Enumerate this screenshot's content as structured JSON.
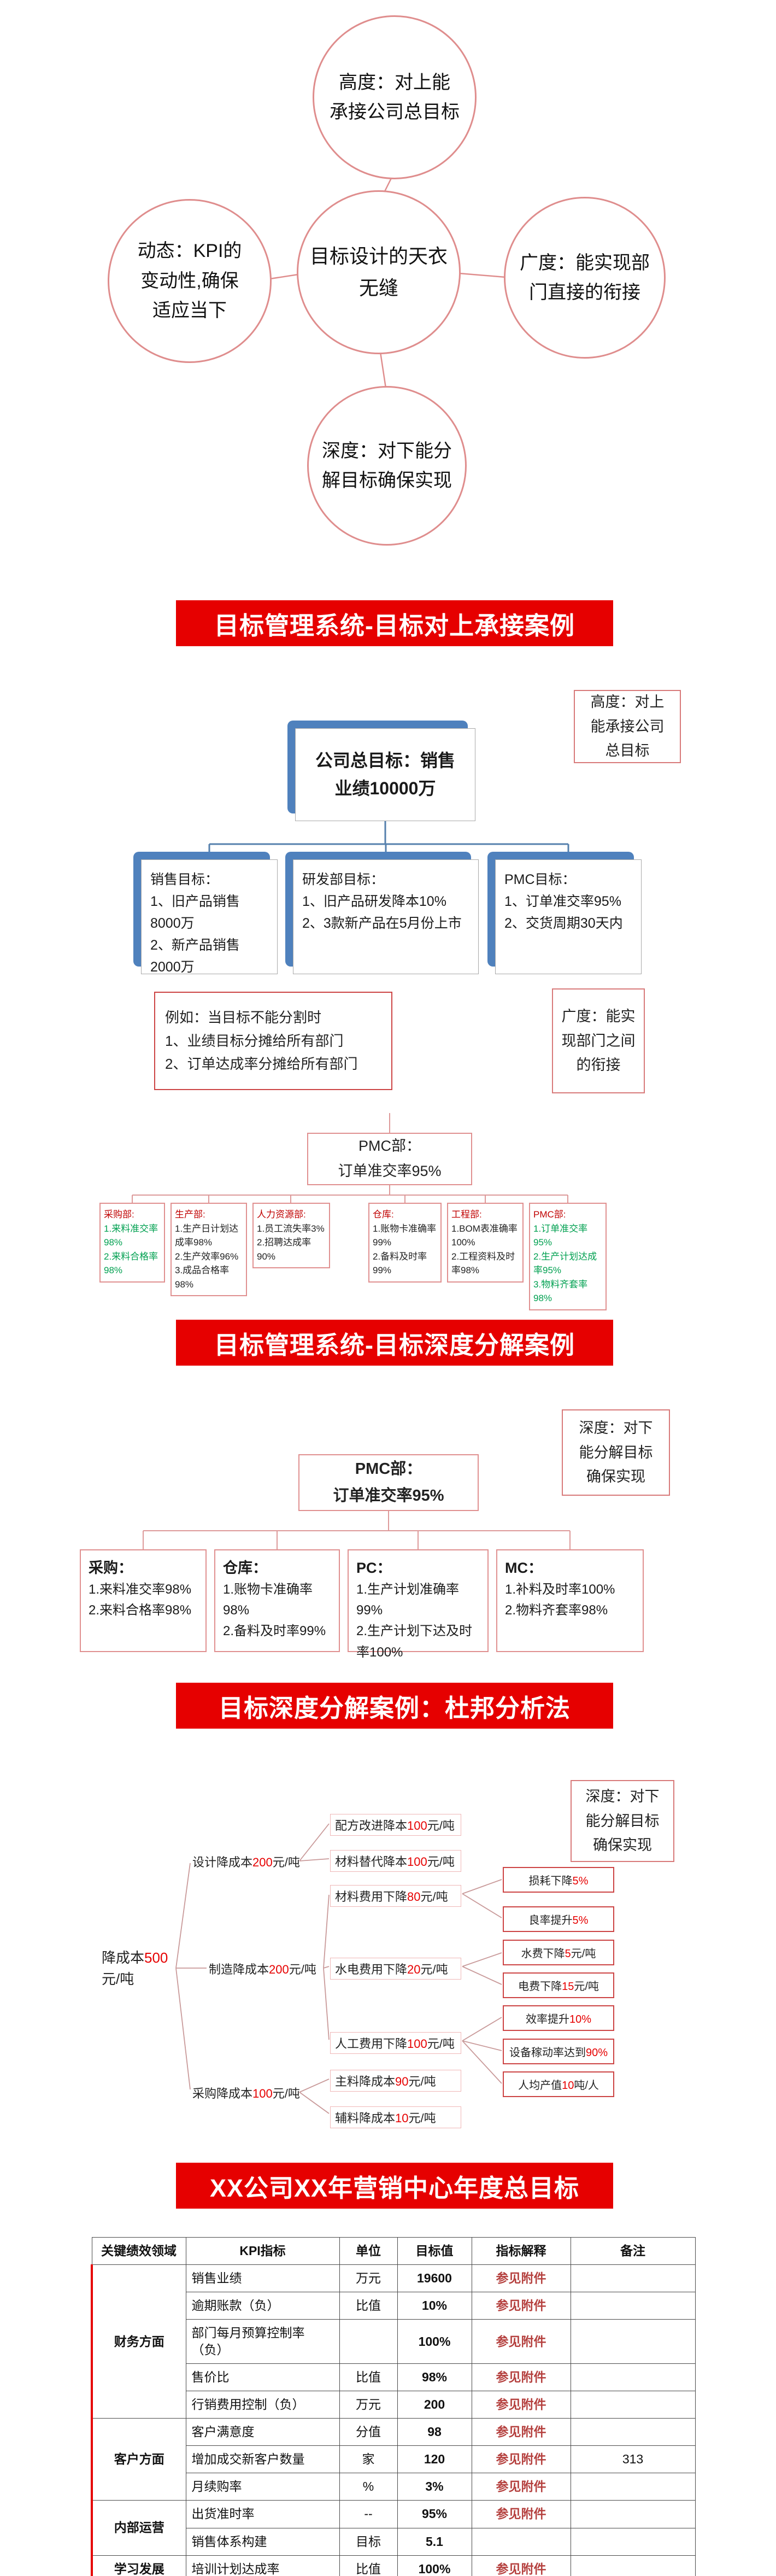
{
  "colors": {
    "banner_red": "#e60000",
    "box_blue": "#4f81bd",
    "border_pink": "#df8d8d",
    "strong_red_border": "#cc4444",
    "highlight_green": "#00a050",
    "number_red": "#e60000",
    "explain_red": "#b5413f"
  },
  "circle_diagram": {
    "top": "高度：对上能\n承接公司总目标",
    "left": "动态：KPI的\n变动性,确保\n适应当下",
    "center": "目标设计的天衣\n无缝",
    "right": "广度：能实现部\n门直接的衔接",
    "bottom": "深度：对下能分\n解目标确保实现"
  },
  "banners": {
    "b1": "目标管理系统-目标对上承接案例",
    "b2": "目标管理系统-目标深度分解案例",
    "b3": "目标深度分解案例：杜邦分析法",
    "b4": "XX公司XX年营销中心年度总目标"
  },
  "slide1": {
    "height_label": "高度：对上\n能承接公司\n总目标",
    "breadth_label": "广度：能实\n现部门之间\n的衔接",
    "company_goal": "公司总目标：销售\n业绩10000万",
    "dept_goals": [
      {
        "text": "销售目标：\n1、旧产品销售8000万\n2、新产品销售2000万"
      },
      {
        "text": "研发部目标：\n1、旧产品研发降本10%\n2、3款新产品在5月份上市"
      },
      {
        "text": "PMC目标：\n1、订单准交率95%\n2、交货周期30天内"
      }
    ],
    "note": "例如：当目标不能分割时\n1、业绩目标分摊给所有部门\n2、订单达成率分摊给所有部门",
    "pmc_root": "PMC部：\n订单准交率95%",
    "pmc_children": [
      {
        "title": "采购部:",
        "items": "1.来料准交率98%\n2.来料合格率98%"
      },
      {
        "title": "生产部:",
        "items": "1.生产日计划达成率98%\n2.生产效率96%\n3.成品合格率98%"
      },
      {
        "title": "人力资源部:",
        "items": "1.员工流失率3%\n2.招聘达成率90%"
      },
      {
        "title": "仓库:",
        "items": "1.账物卡准确率99%\n2.备料及时率99%"
      },
      {
        "title": "工程部:",
        "items": "1.BOM表准确率100%\n2.工程资料及时率98%"
      },
      {
        "title": "PMC部:",
        "items": "1.订单准交率95%\n2.生产计划达成率95%\n3.物料齐套率98%"
      }
    ]
  },
  "slide2": {
    "depth_label": "深度：对下\n能分解目标\n确保实现",
    "pmc_root": "PMC部：\n订单准交率95%",
    "children": [
      {
        "title": "采购：",
        "items": "1.来料准交率98%\n2.来料合格率98%"
      },
      {
        "title": "仓库：",
        "items": "1.账物卡准确率98%\n2.备料及时率99%"
      },
      {
        "title": "PC：",
        "items": "1.生产计划准确率99%\n2.生产计划下达及时率100%"
      },
      {
        "title": "MC：",
        "items": "1.补料及时率100%\n2.物料齐套率98%"
      }
    ]
  },
  "slide3": {
    "depth_label": "深度：对下\n能分解目标\n确保实现",
    "root": {
      "pre": "降成本",
      "num": "500",
      "post": "元/吨"
    },
    "level2": [
      {
        "pre": "设计降成本",
        "num": "200",
        "post": "元/吨"
      },
      {
        "pre": "制造降成本",
        "num": "200",
        "post": "元/吨"
      },
      {
        "pre": "采购降成本",
        "num": "100",
        "post": "元/吨"
      }
    ],
    "level3": [
      {
        "pre": "配方改进降本",
        "num": "100",
        "post": "元/吨"
      },
      {
        "pre": "材料替代降本",
        "num": "100",
        "post": "元/吨"
      },
      {
        "pre": "材料费用下降",
        "num": "80",
        "post": "元/吨"
      },
      {
        "pre": "水电费用下降",
        "num": "20",
        "post": "元/吨"
      },
      {
        "pre": "人工费用下降",
        "num": "100",
        "post": "元/吨"
      },
      {
        "pre": "主料降成本",
        "num": "90",
        "post": "元/吨"
      },
      {
        "pre": "辅料降成本",
        "num": "10",
        "post": "元/吨"
      }
    ],
    "level4": [
      {
        "pre": "损耗下降",
        "num": "5%",
        "post": ""
      },
      {
        "pre": "良率提升",
        "num": "5%",
        "post": ""
      },
      {
        "pre": "水费下降",
        "num": "5",
        "post": "元/吨"
      },
      {
        "pre": "电费下降",
        "num": "15",
        "post": "元/吨"
      },
      {
        "pre": "效率提升",
        "num": "10%",
        "post": ""
      },
      {
        "pre": "设备稼动率达到",
        "num": "90%",
        "post": ""
      },
      {
        "pre": "人均产值",
        "num": "10",
        "post": "吨/人"
      }
    ]
  },
  "kpi_table": {
    "headers": [
      "关键绩效领域",
      "KPI指标",
      "单位",
      "目标值",
      "指标解释",
      "备注"
    ],
    "groups": [
      {
        "name": "财务方面",
        "rows": [
          {
            "kpi": "销售业绩",
            "unit": "万元",
            "target": "19600",
            "explain": "参见附件",
            "note": ""
          },
          {
            "kpi": "逾期账款（负）",
            "unit": "比值",
            "target": "10%",
            "explain": "参见附件",
            "note": ""
          },
          {
            "kpi": "部门每月预算控制率（负）",
            "unit": "",
            "target": "100%",
            "explain": "参见附件",
            "note": ""
          },
          {
            "kpi": "售价比",
            "unit": "比值",
            "target": "98%",
            "explain": "参见附件",
            "note": ""
          },
          {
            "kpi": "行销费用控制（负）",
            "unit": "万元",
            "target": "200",
            "explain": "参见附件",
            "note": ""
          }
        ]
      },
      {
        "name": "客户方面",
        "rows": [
          {
            "kpi": "客户满意度",
            "unit": "分值",
            "target": "98",
            "explain": "参见附件",
            "note": ""
          },
          {
            "kpi": "增加成交新客户数量",
            "unit": "家",
            "target": "120",
            "explain": "参见附件",
            "note": "313"
          },
          {
            "kpi": "月续购率",
            "unit": "%",
            "target": "3%",
            "explain": "参见附件",
            "note": ""
          }
        ]
      },
      {
        "name": "内部运营",
        "rows": [
          {
            "kpi": "出货准时率",
            "unit": "--",
            "target": "95%",
            "explain": "参见附件",
            "note": ""
          },
          {
            "kpi": "销售体系构建",
            "unit": "目标",
            "target": "5.1",
            "explain": "",
            "note": ""
          }
        ]
      },
      {
        "name": "学习发展",
        "rows": [
          {
            "kpi": "培训计划达成率",
            "unit": "比值",
            "target": "100%",
            "explain": "参见附件",
            "note": ""
          }
        ]
      }
    ]
  }
}
